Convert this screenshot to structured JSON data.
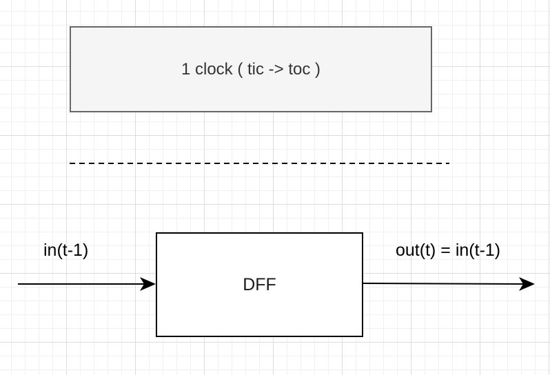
{
  "diagram": {
    "clock_box": {
      "label": "1 clock ( tic -> toc )"
    },
    "dff_box": {
      "label": "DFF"
    },
    "input": {
      "label": "in(t-1)"
    },
    "output": {
      "label": "out(t) = in(t-1)"
    }
  },
  "colors": {
    "clock_fill": "#f5f5f5",
    "clock_stroke": "#666666",
    "dff_stroke": "#000000",
    "grid": "#dcdcdc"
  },
  "icons": {
    "input_arrow": "arrow-right-icon",
    "output_arrow": "arrow-right-icon"
  }
}
